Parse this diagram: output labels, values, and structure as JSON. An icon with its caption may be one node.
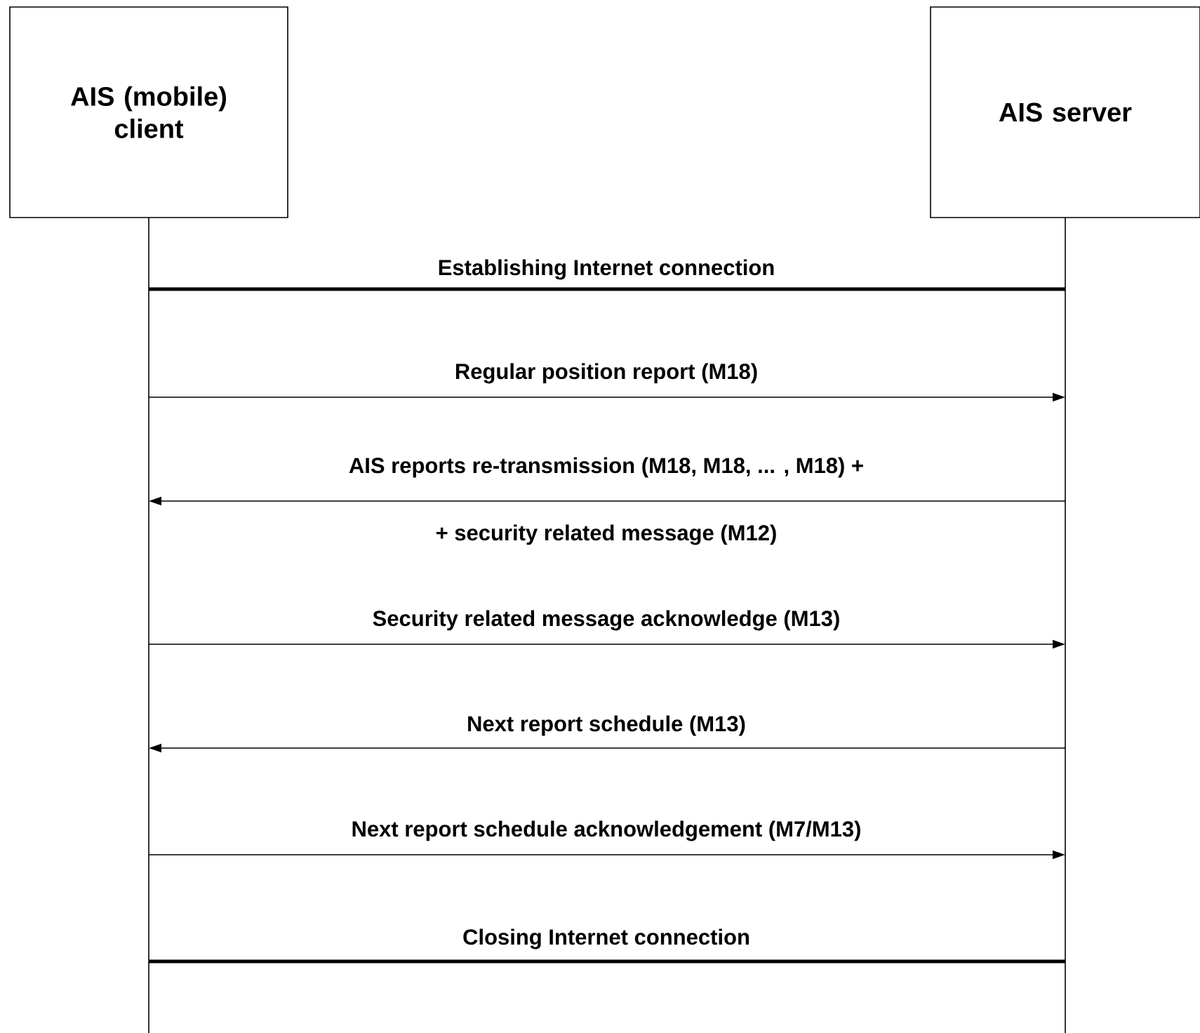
{
  "diagram": {
    "nodes": [
      {
        "text": [
          "AIS (mobile) client"
        ]
      },
      {
        "text": [
          "AIS server"
        ]
      }
    ],
    "edges": [
      {
        "from": 0,
        "to": 1,
        "arrow": "none",
        "label": "Establishing Internet connection",
        "style": "thick"
      },
      {
        "from": 0,
        "to": 1,
        "arrow": "to",
        "label": "Regular position report (M18)"
      },
      {
        "from": 1,
        "to": 0,
        "arrow": "to",
        "label": "AIS reports re-transmission (M18, M18, ... , M18) +"
      },
      {
        "from": 0,
        "to": 1,
        "arrow": "to",
        "label": "Security related message acknowledge (M13)"
      },
      {
        "from": 1,
        "to": 0,
        "arrow": "to",
        "label": "Next report schedule (M13)"
      },
      {
        "from": 0,
        "to": 1,
        "arrow": "to",
        "label": "Next report schedule acknowledgement (M7/M13)"
      },
      {
        "from": 0,
        "to": 1,
        "arrow": "none",
        "label": "Closing Internet connection",
        "style": "thick"
      }
    ],
    "labels": [
      "+ security related message (M12)"
    ]
  }
}
